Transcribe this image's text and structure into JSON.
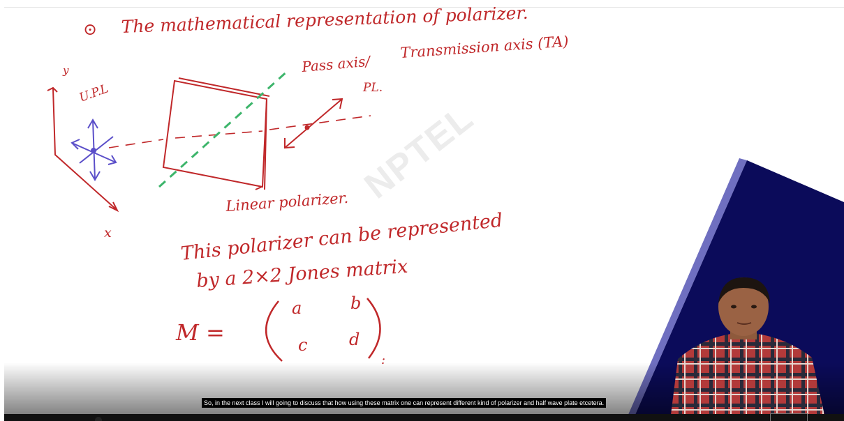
{
  "board": {
    "title": "The mathematical representation of polarizer.",
    "bullet": "⊙",
    "pass_axis_label": "Pass axis/",
    "transmission_axis_label": "Transmission axis (TA)",
    "upl_label": "U.P.L",
    "pl_label": "PL.",
    "y_axis_label": "y",
    "x_axis_label": "x",
    "linear_polarizer_label": "Linear polarizer.",
    "line1": "This polarizer can be represented",
    "line2": "by a 2×2 Jones matrix",
    "matrix_name": "M =",
    "matrix_a": "a",
    "matrix_b": "b",
    "matrix_c": "c",
    "matrix_d": "d",
    "matrix_end": ":",
    "ink_color": "#c0282a",
    "axis_color": "#3db56b",
    "unpolarized_color": "#5b4fc9"
  },
  "watermark": "NPTEL",
  "subtitle": "So, in the next class I will going to discuss that how using these matrix one can represent different kind of polarizer and half wave plate etcetera.",
  "presenter": {
    "panel_color": "#0b0b5a",
    "stripe_color": "#6f6fc0"
  }
}
